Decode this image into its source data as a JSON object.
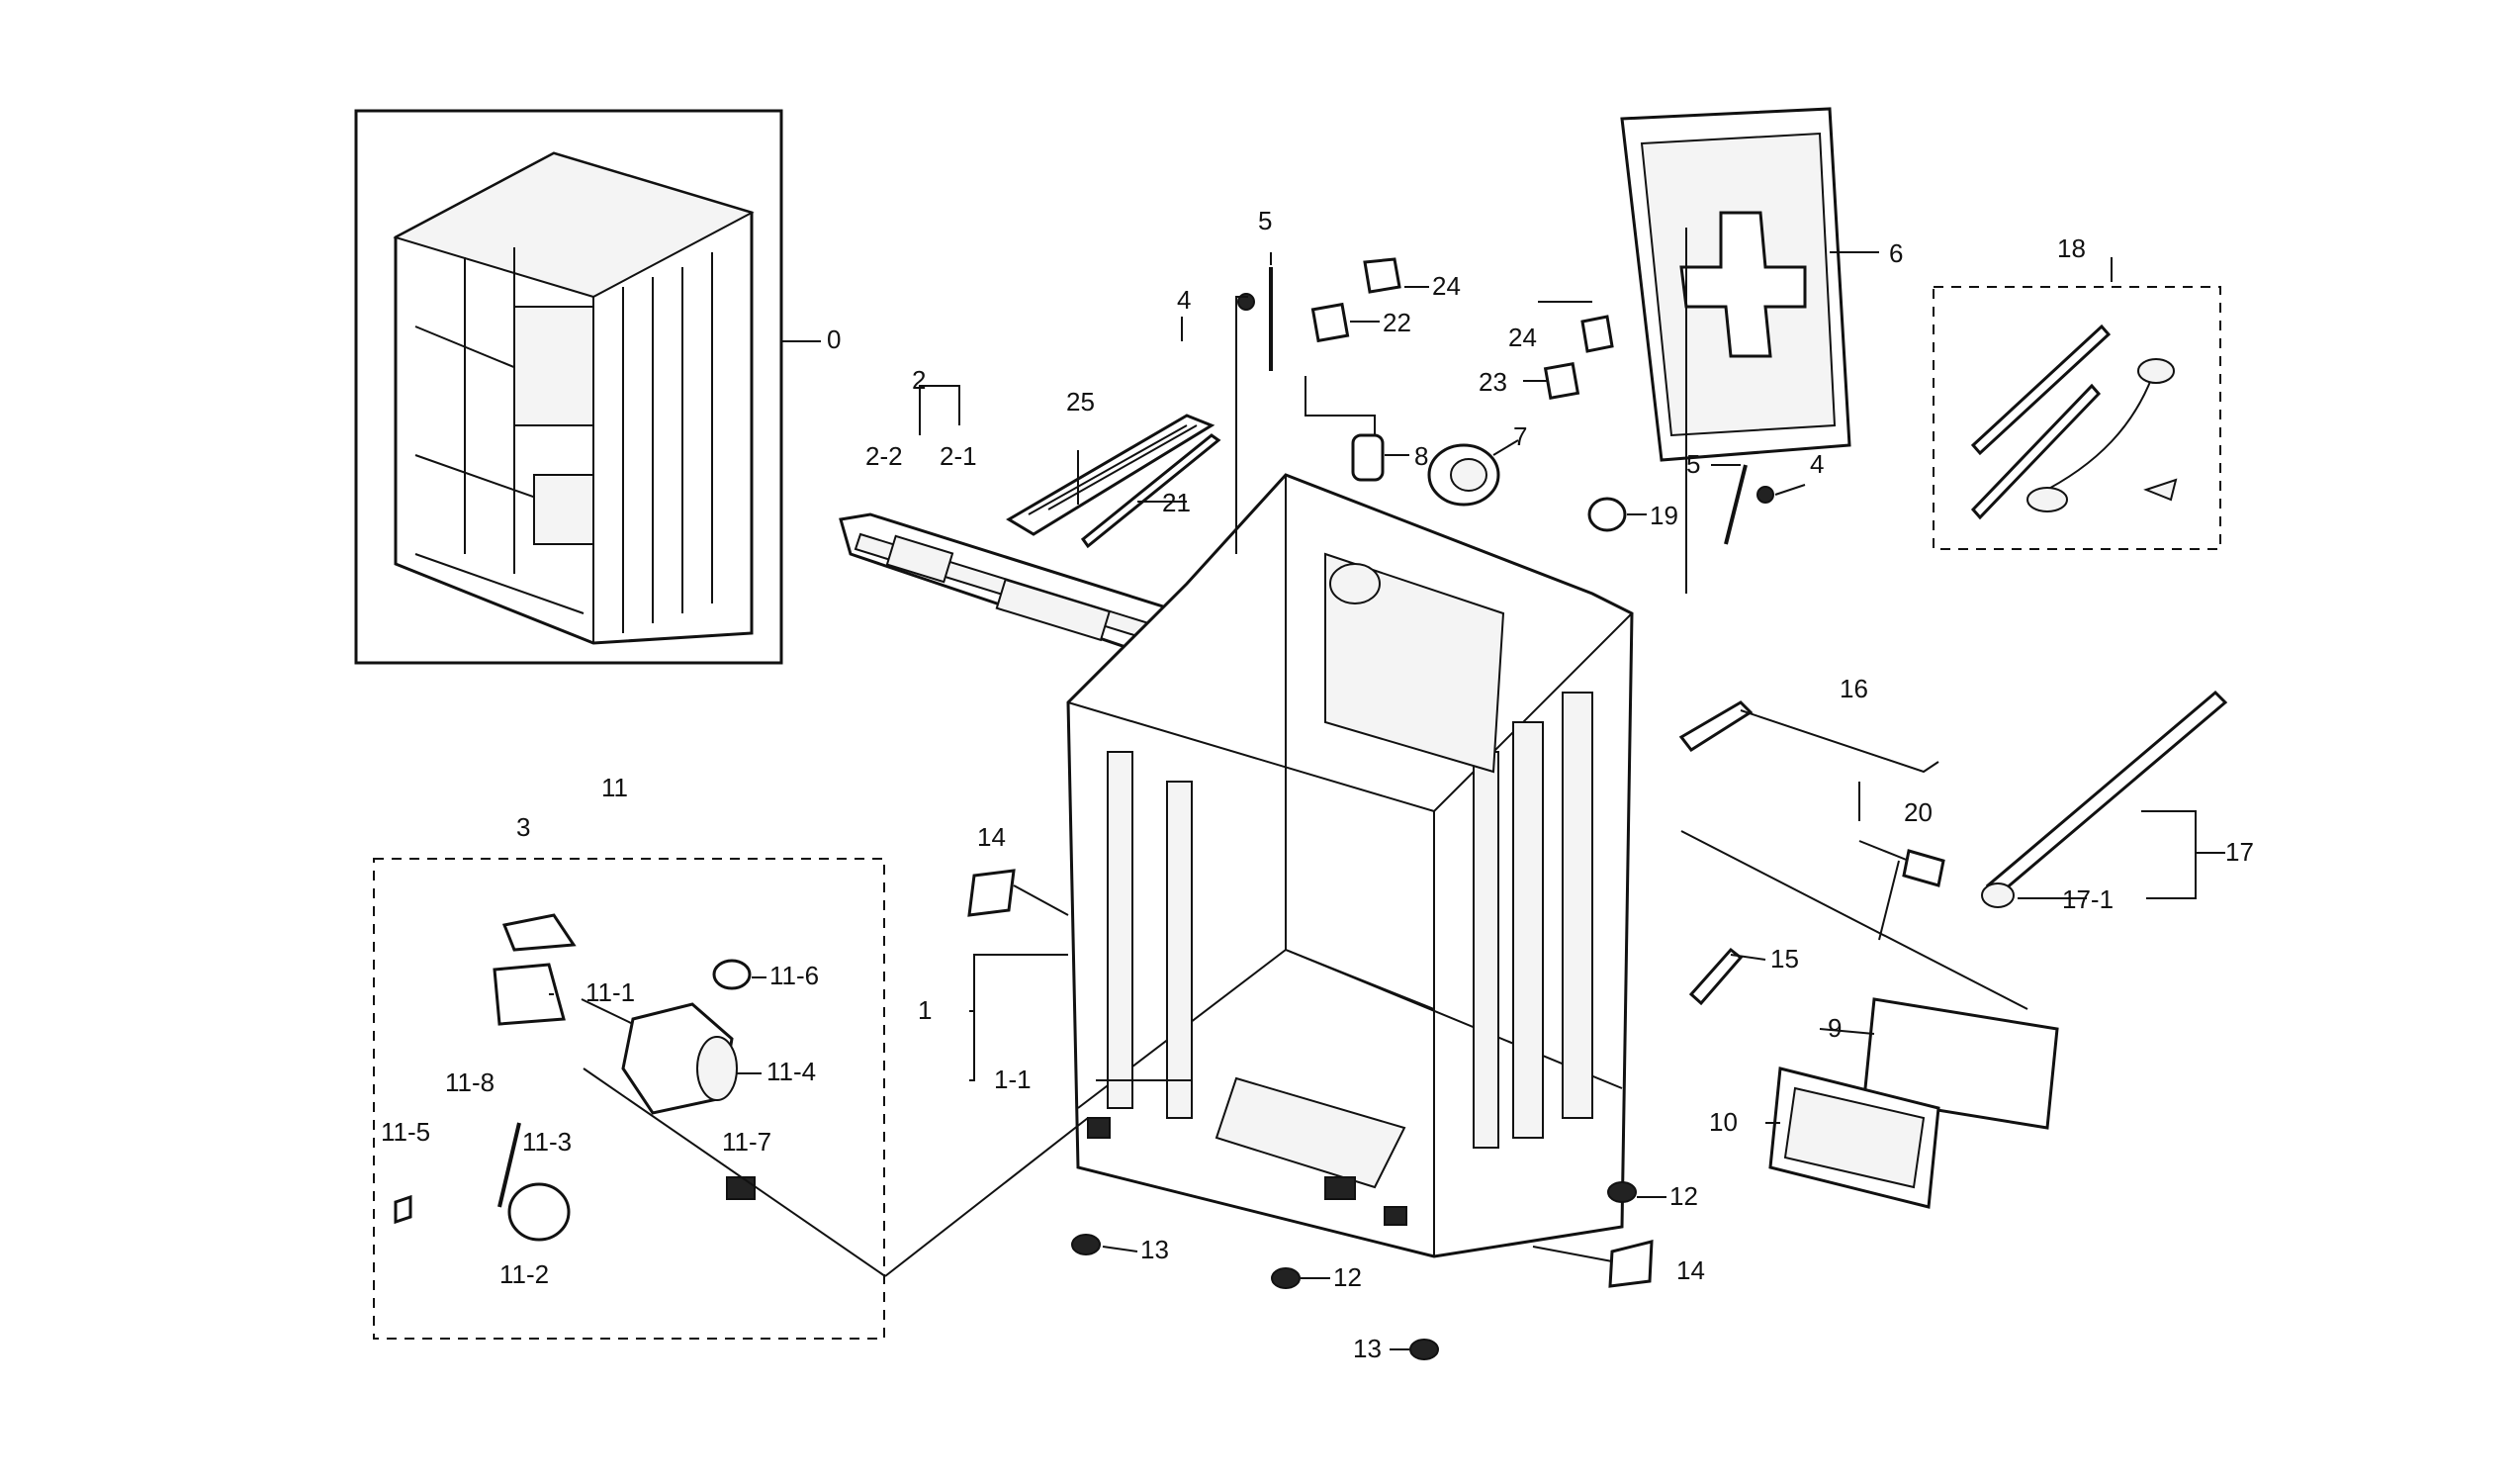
{
  "diagram": {
    "labels": {
      "l0": "0",
      "l1": "1",
      "l1_1": "1-1",
      "l2": "2",
      "l2_1": "2-1",
      "l2_2": "2-2",
      "l3": "3",
      "l4a": "4",
      "l4b": "4",
      "l5a": "5",
      "l5b": "5",
      "l6": "6",
      "l7": "7",
      "l8": "8",
      "l9": "9",
      "l10": "10",
      "l11": "11",
      "l11_1": "11-1",
      "l11_2": "11-2",
      "l11_3": "11-3",
      "l11_4": "11-4",
      "l11_5": "11-5",
      "l11_6": "11-6",
      "l11_7": "11-7",
      "l11_8": "11-8",
      "l12a": "12",
      "l12b": "12",
      "l13a": "13",
      "l13b": "13",
      "l14a": "14",
      "l14b": "14",
      "l15": "15",
      "l16": "16",
      "l17": "17",
      "l17_1": "17-1",
      "l18": "18",
      "l19": "19",
      "l20": "20",
      "l21": "21",
      "l22": "22",
      "l23": "23",
      "l24a": "24",
      "l24b": "24",
      "l25": "25"
    }
  }
}
